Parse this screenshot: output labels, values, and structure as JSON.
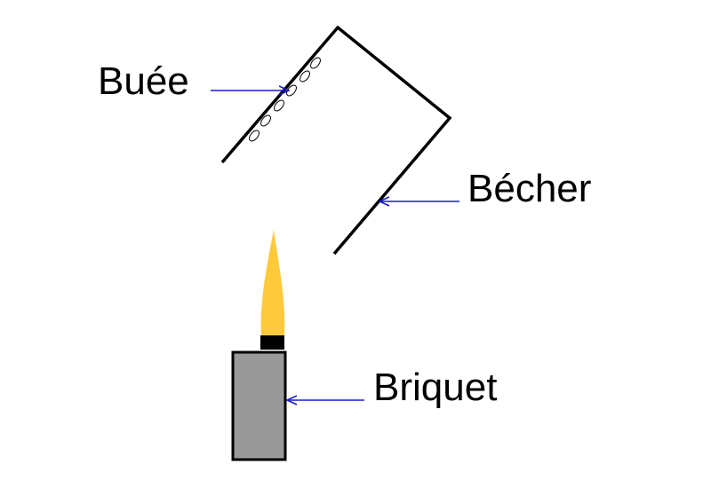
{
  "labels": {
    "buee": "Buée",
    "becher": "Bécher",
    "briquet": "Briquet"
  },
  "colors": {
    "outline": "#000000",
    "arrow": "#1a1acc",
    "flame": "#ffc93c",
    "lighter_body": "#999999",
    "lighter_nozzle": "#000000",
    "background": "#ffffff"
  }
}
